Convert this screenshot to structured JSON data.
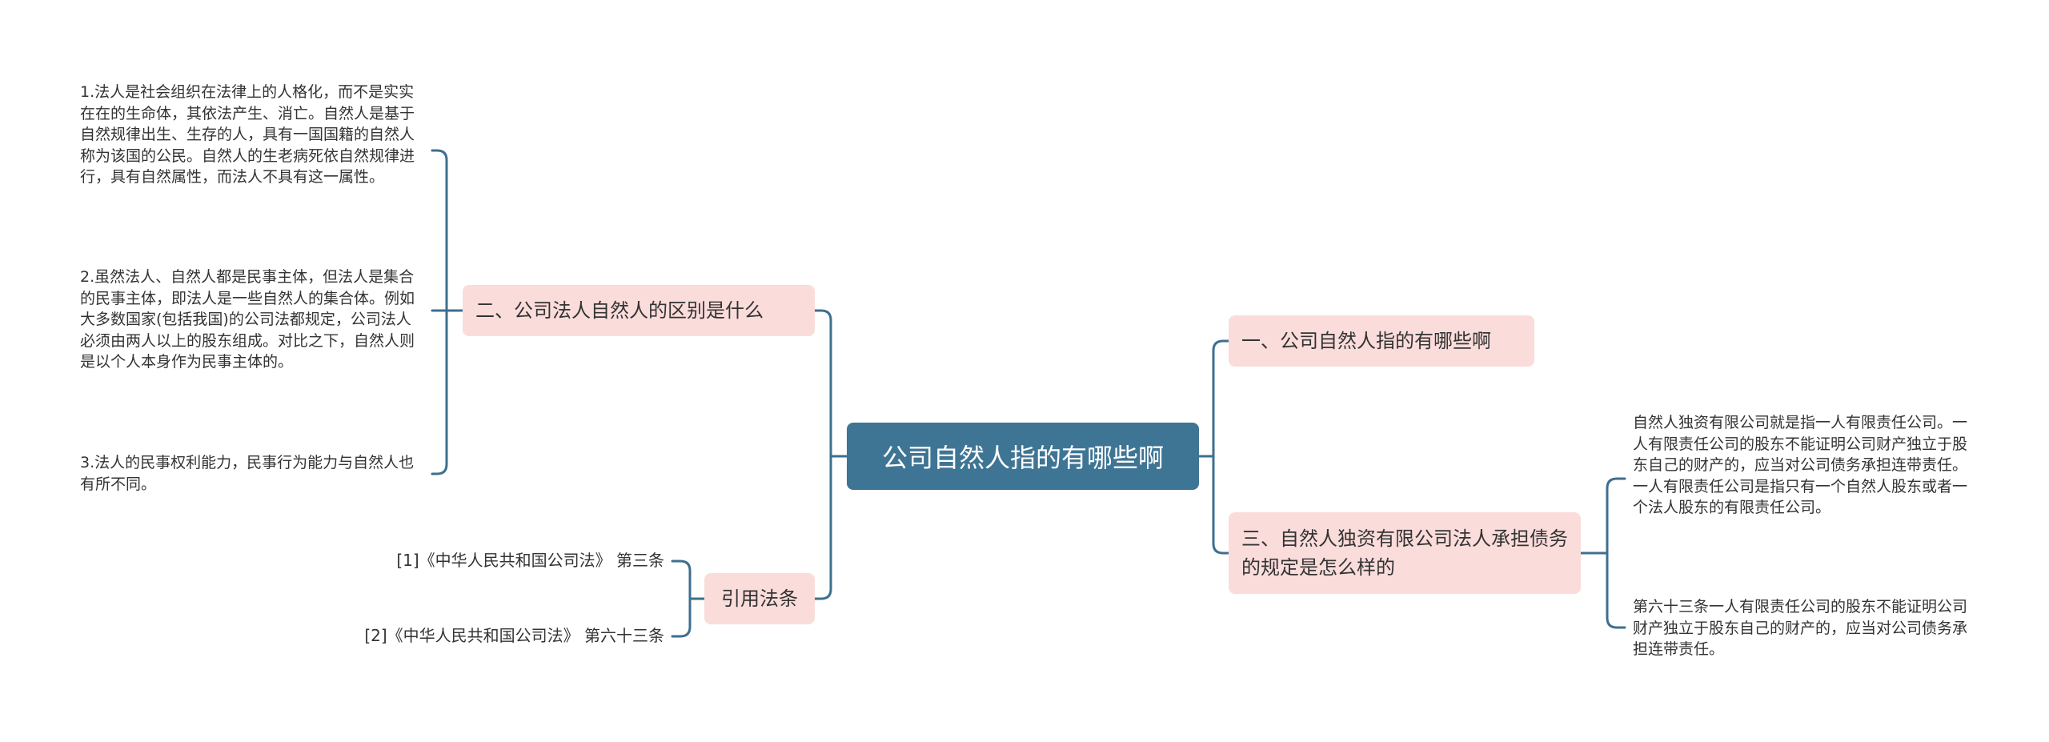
{
  "root": {
    "label": "公司自然人指的有哪些啊"
  },
  "left": {
    "difference": {
      "label": "二、公司法人自然人的区别是什么",
      "points": [
        "1.法人是社会组织在法律上的人格化，而不是实实在在的生命体，其依法产生、消亡。自然人是基于自然规律出生、生存的人，具有一国国籍的自然人称为该国的公民。自然人的生老病死依自然规律进行，具有自然属性，而法人不具有这一属性。",
        "2.虽然法人、自然人都是民事主体，但法人是集合的民事主体，即法人是一些自然人的集合体。例如大多数国家(包括我国)的公司法都规定，公司法人必须由两人以上的股东组成。对比之下，自然人则是以个人本身作为民事主体的。",
        "3.法人的民事权利能力，民事行为能力与自然人也有所不同。"
      ]
    },
    "citations": {
      "label": "引用法条",
      "items": [
        "[1]《中华人民共和国公司法》 第三条",
        "[2]《中华人民共和国公司法》 第六十三条"
      ]
    }
  },
  "right": {
    "meaning": {
      "label": "一、公司自然人指的有哪些啊"
    },
    "liability": {
      "label": "三、自然人独资有限公司法人承担债务的规定是怎么样的",
      "points": [
        "自然人独资有限公司就是指一人有限责任公司。一人有限责任公司的股东不能证明公司财产独立于股东自己的财产的，应当对公司债务承担连带责任。一人有限责任公司是指只有一个自然人股东或者一个法人股东的有限责任公司。",
        "第六十三条一人有限责任公司的股东不能证明公司财产独立于股东自己的财产的，应当对公司债务承担连带责任。"
      ]
    }
  },
  "colors": {
    "root_fill": "#3f7594",
    "branch_fill": "#fadcdb",
    "connector": "#3d6f8f",
    "text": "#333333"
  }
}
